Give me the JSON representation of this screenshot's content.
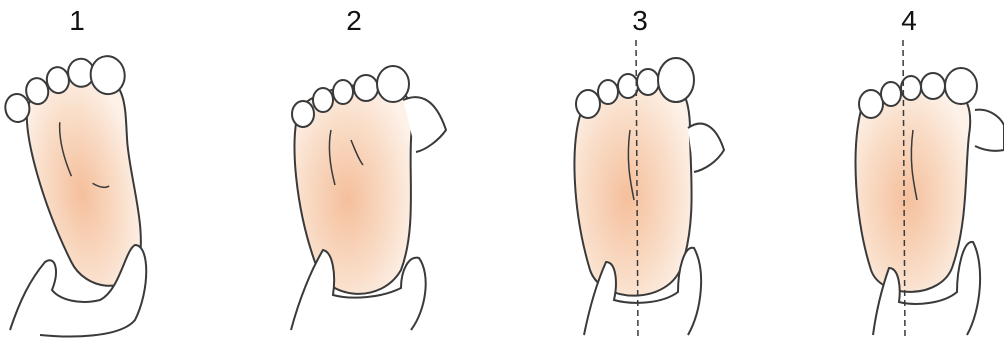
{
  "steps": [
    {
      "number": "1"
    },
    {
      "number": "2"
    },
    {
      "number": "3"
    },
    {
      "number": "4"
    }
  ],
  "colors": {
    "skin_center": "#f6c7a6",
    "skin_edge": "#fdf0e6",
    "outline": "#3a3a3a",
    "background": "#ffffff"
  },
  "icons": [
    "foot-sole-illustration",
    "supporting-hand-illustration",
    "thumb-illustration",
    "midline-dashed-line"
  ]
}
